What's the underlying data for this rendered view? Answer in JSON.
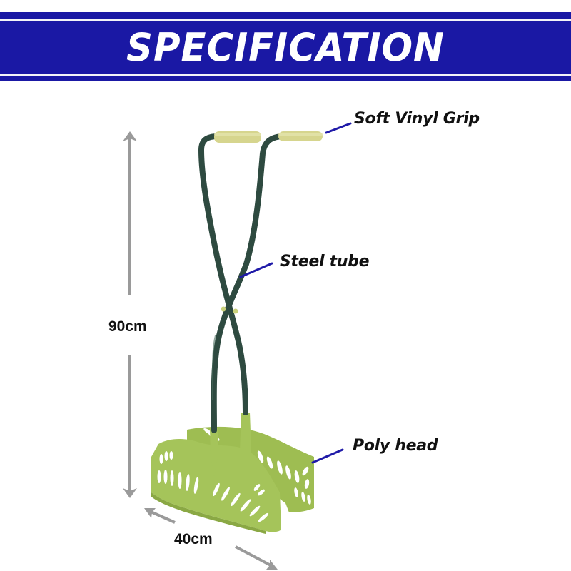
{
  "banner": {
    "title": "SPECIFICATION",
    "background_color": "#1a18a4",
    "rule_color": "#f4f4f8"
  },
  "product": {
    "name": "leaf grabber rake",
    "colors": {
      "tube": "#2e4a40",
      "grip": "#d6d58e",
      "head": "#a5c45a",
      "pointer": "#1f1aa8",
      "dimension_arrow": "#9a9a9a"
    }
  },
  "callouts": [
    {
      "id": "grip",
      "label": "Soft Vinyl Grip"
    },
    {
      "id": "tube",
      "label": "Steel tube"
    },
    {
      "id": "head",
      "label": "Poly head"
    }
  ],
  "dimensions": {
    "height": "90cm",
    "width": "40cm"
  }
}
